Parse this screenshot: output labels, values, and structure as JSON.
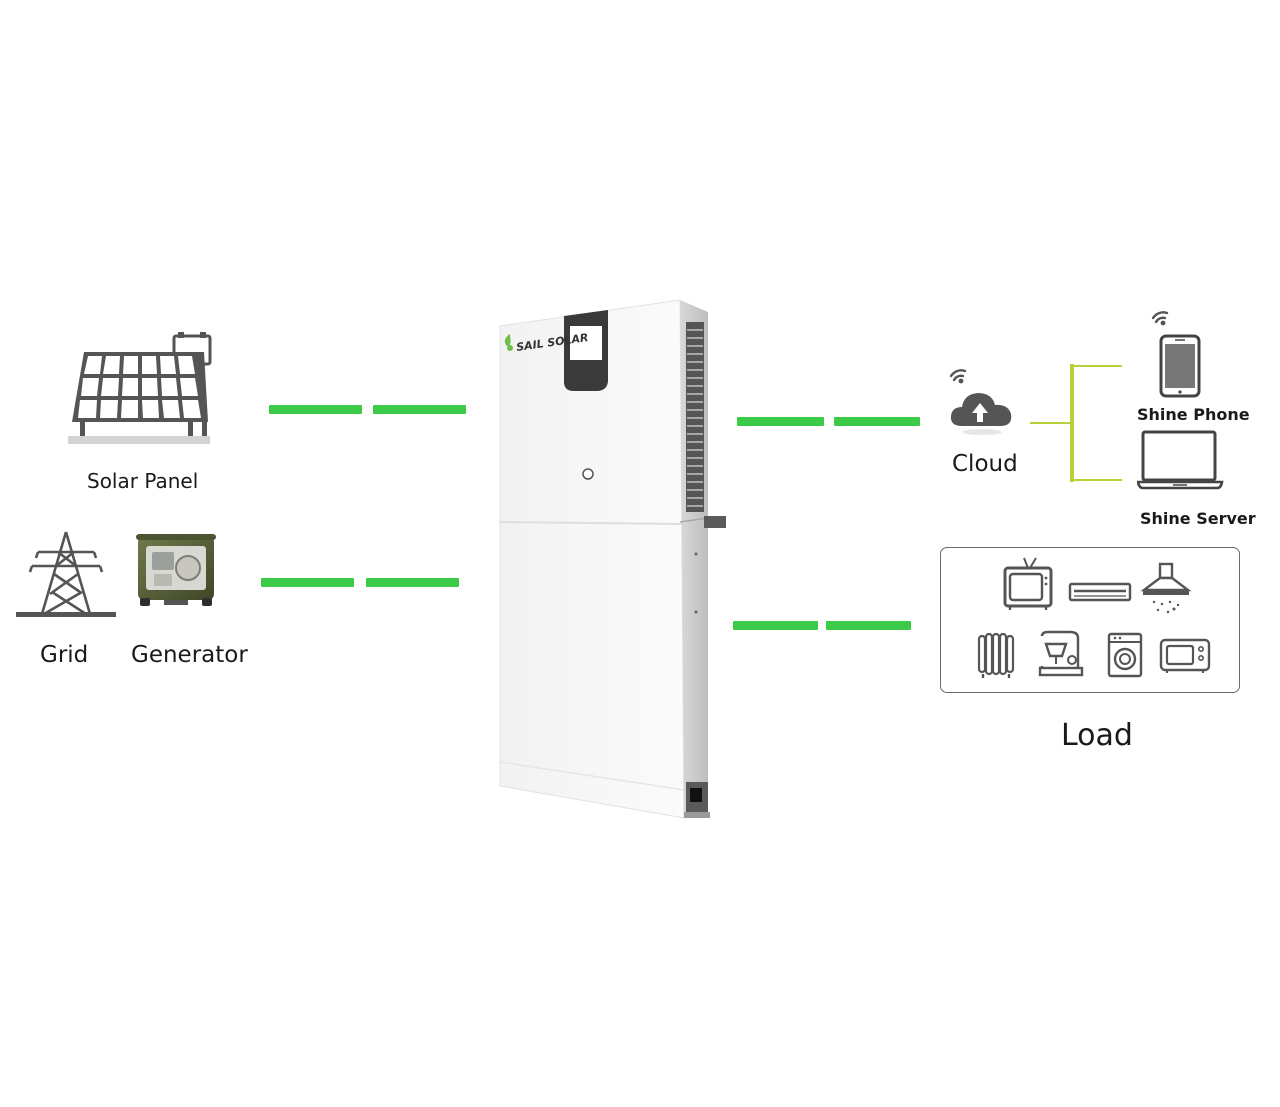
{
  "nodes": {
    "solar_panel": "Solar Panel",
    "grid": "Grid",
    "generator": "Generator",
    "cloud": "Cloud",
    "shine_phone": "Shine Phone",
    "shine_server": "Shine Server",
    "load": "Load"
  },
  "inverter": {
    "brand": "SAIL SOLAR"
  },
  "colors": {
    "connector_green": "#3ccb48",
    "bus_yellow_green": "#b7d239",
    "icon_gray": "#555555",
    "logo_green": "#6cc04a"
  },
  "icons": [
    "solar-panel-icon",
    "transmission-tower-icon",
    "generator-icon",
    "inverter-unit",
    "wifi-icon",
    "cloud-upload-icon",
    "smartphone-icon",
    "laptop-icon",
    "tv-icon",
    "air-conditioner-icon",
    "range-hood-icon",
    "radiator-heater-icon",
    "stand-mixer-icon",
    "washing-machine-icon",
    "microwave-icon"
  ]
}
